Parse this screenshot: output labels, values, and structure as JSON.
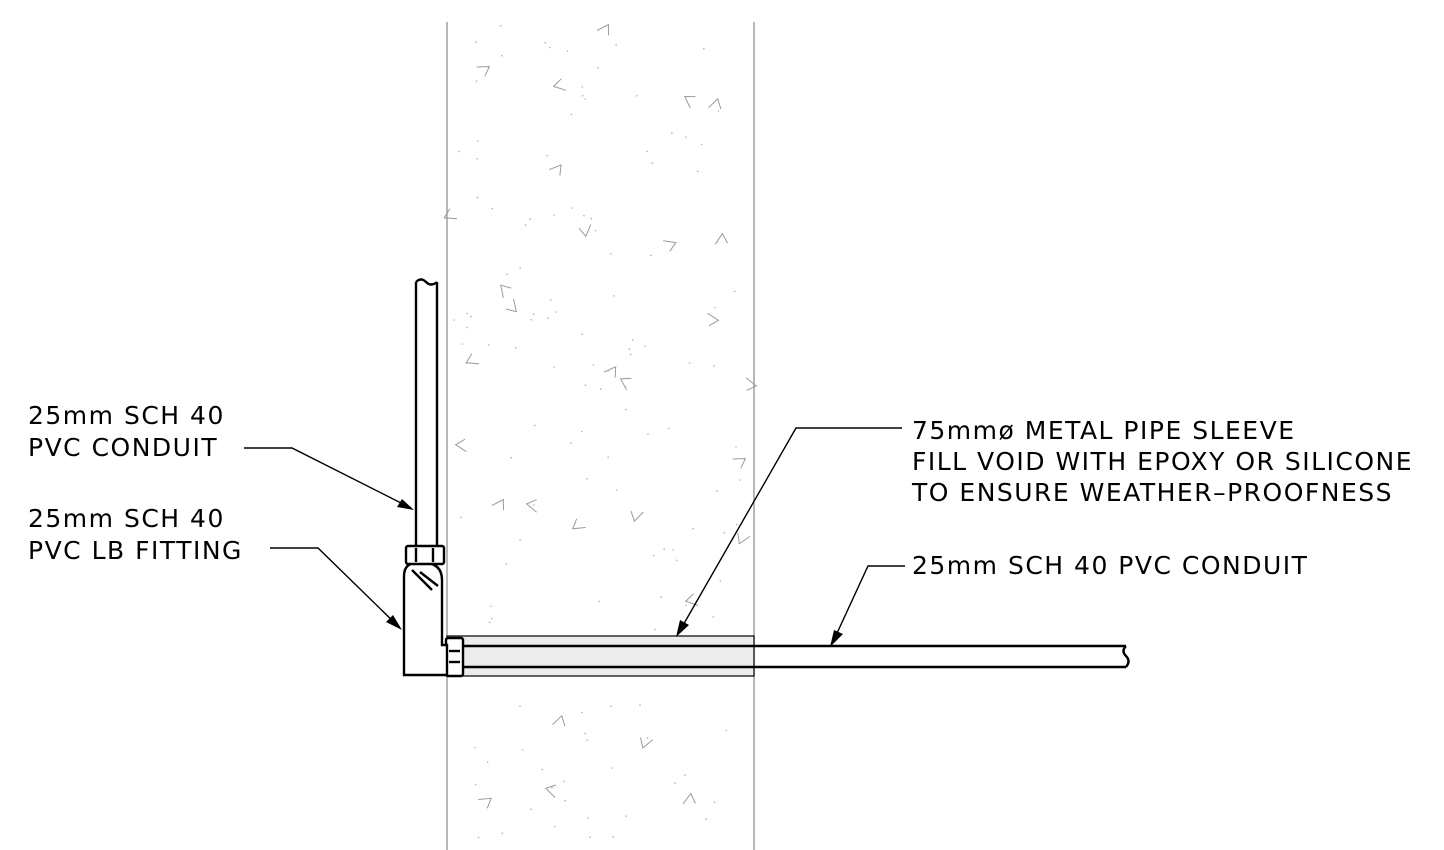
{
  "labels": {
    "conduit_vertical": [
      "25mm SCH 40",
      "PVC CONDUIT"
    ],
    "lb_fitting": [
      "25mm SCH 40",
      "PVC LB FITTING"
    ],
    "sleeve": [
      "75mmø METAL PIPE SLEEVE",
      "FILL VOID WITH EPOXY OR SILICONE",
      "TO ENSURE WEATHER–PROOFNESS"
    ],
    "conduit_horizontal": [
      "25mm SCH 40 PVC CONDUIT"
    ]
  },
  "colors": {
    "line": "#000000",
    "wall_hatch": "#9a9a9a",
    "sleeve_fill": "#ececec",
    "background": "#ffffff"
  }
}
